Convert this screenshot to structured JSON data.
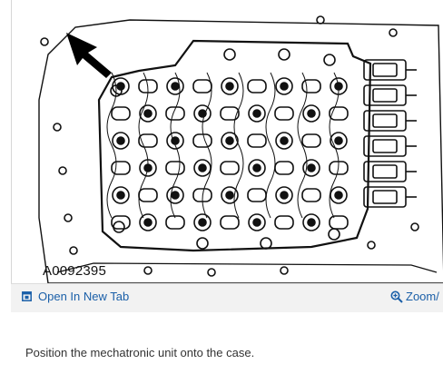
{
  "figure": {
    "id_label": "A0092395",
    "open_tab_label": "Open In New Tab",
    "zoom_label": "Zoom/",
    "icons": {
      "open": "open-in-new-tab-icon",
      "zoom": "zoom-icon",
      "arrow": "pointer-arrow-icon"
    }
  },
  "step": {
    "text": "Position the mechatronic unit onto the case."
  }
}
